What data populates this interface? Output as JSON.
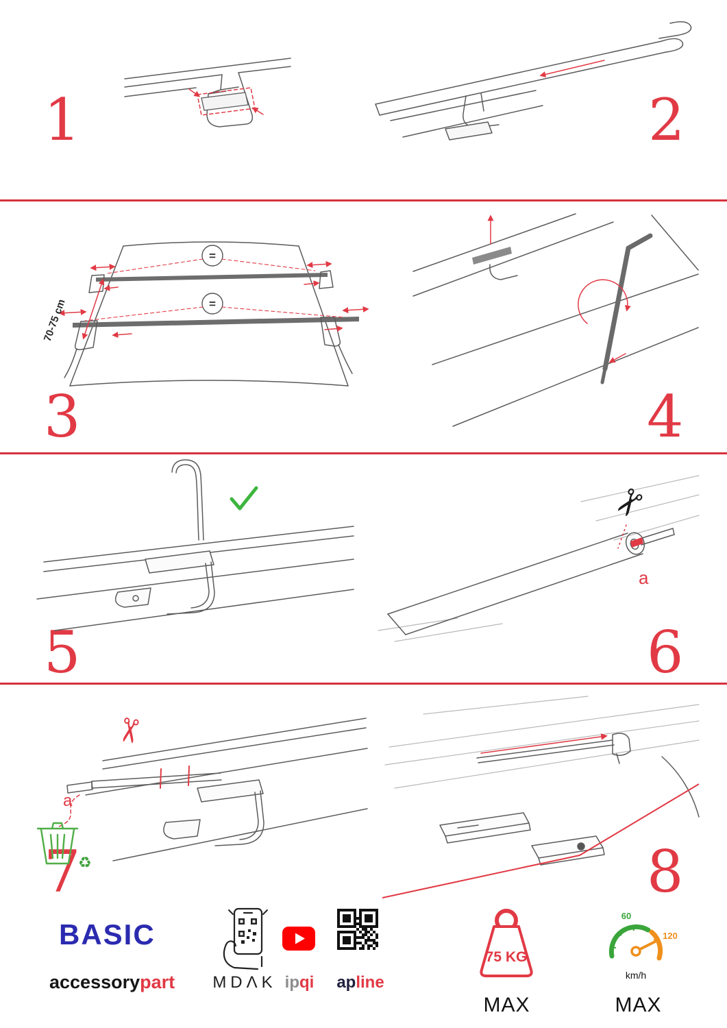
{
  "colors": {
    "accent_red": "#e13a45",
    "divider_red": "#d6313e",
    "brand_blue": "#2b2bb0",
    "check_green": "#3db53d",
    "eco_green": "#4fae46",
    "gauge_green": "#3aa53a",
    "gauge_orange": "#ef8f1c",
    "youtube_red": "#ff0000"
  },
  "icons": {
    "scissors": "✂",
    "recycle": "♻"
  },
  "steps": [
    {
      "number": "1"
    },
    {
      "number": "2"
    },
    {
      "number": "3",
      "measurement": "70-75 cm",
      "equal_sign": "="
    },
    {
      "number": "4"
    },
    {
      "number": "5"
    },
    {
      "number": "6",
      "part_label": "a"
    },
    {
      "number": "7",
      "part_label": "a"
    },
    {
      "number": "8"
    }
  ],
  "footer": {
    "brand": "BASIC",
    "brand_sub_black": "accessory",
    "brand_sub_red": "part",
    "mdak": "MDΛK",
    "ipqi_gray": "ip",
    "ipqi_red": "qi",
    "apline_dark": "ap",
    "apline_red": "line",
    "weight": {
      "value": "75 KG",
      "max": "MAX"
    },
    "speed": {
      "low": "60",
      "high": "120",
      "unit": "km/h",
      "max": "MAX"
    }
  }
}
